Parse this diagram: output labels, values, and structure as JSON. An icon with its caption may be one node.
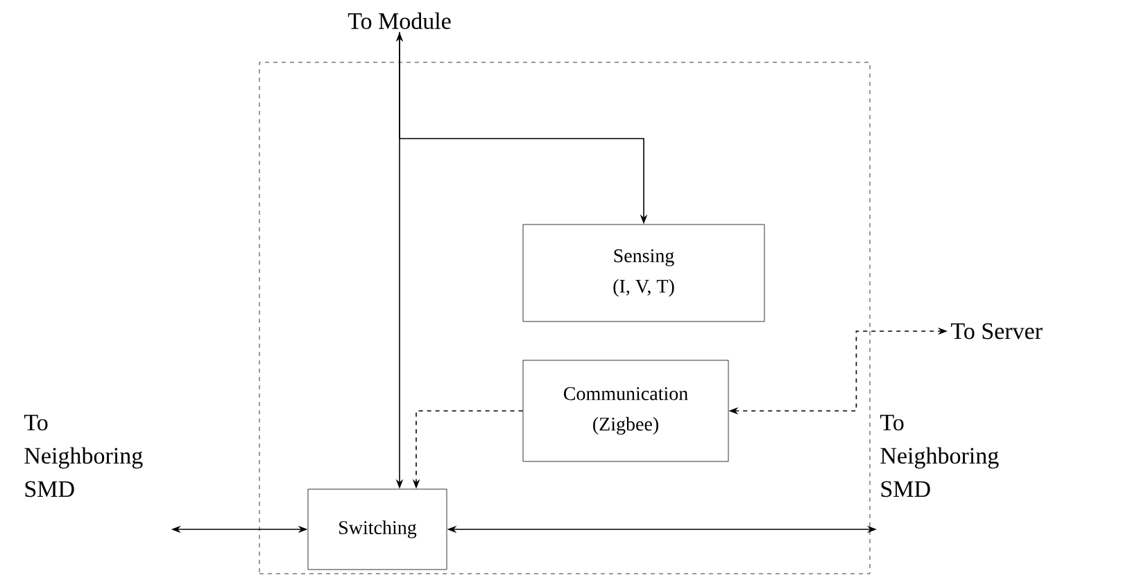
{
  "diagram": {
    "nodes": [
      {
        "text": [
          "To Module"
        ]
      },
      {
        "text": [],
        "shape": "box"
      },
      {
        "text": [
          "Sensing",
          "(I, V, T)"
        ],
        "in": 1
      },
      {
        "text": [
          "To Server"
        ]
      },
      {
        "text": [
          "Communication",
          "(Zigbee)"
        ],
        "in": 1
      },
      {
        "text": [
          "To Neighboring SMD"
        ]
      },
      {
        "text": [
          "Switching"
        ],
        "in": 1
      },
      {
        "text": [
          "To Neighboring SMD"
        ]
      }
    ],
    "edges": [
      {
        "from": 0,
        "to": 6,
        "arrow": "both"
      },
      {
        "from": 0,
        "to": 2,
        "arrow": "to"
      },
      {
        "from": 4,
        "to": 3,
        "arrow": "both",
        "style": "dashed"
      },
      {
        "from": 4,
        "to": 6,
        "arrow": "to",
        "style": "dashed"
      },
      {
        "from": 5,
        "to": 6,
        "arrow": "both"
      },
      {
        "from": 6,
        "to": 7,
        "arrow": "both"
      }
    ]
  }
}
